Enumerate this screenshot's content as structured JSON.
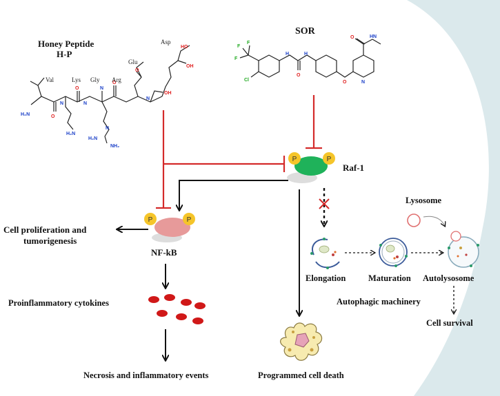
{
  "colors": {
    "inhibit_red": "#d42a2a",
    "arrow_black": "#111111",
    "phospho_yellow": "#f5c52a",
    "raf_green": "#1fb25a",
    "nfkb_pink": "#e79a9a",
    "cytokine_red": "#d01818",
    "corner_bg": "#dbe9ec",
    "nitrogen_blue": "#1a3fc8",
    "oxygen_red": "#e02020",
    "chlorine_green": "#22aa22"
  },
  "honey_peptide": {
    "title_line1": "Honey Peptide",
    "title_line2": "H-P",
    "residues": [
      "Val",
      "Lys",
      "Gly",
      "Arg",
      "Glu",
      "Asp"
    ]
  },
  "sor": {
    "title": "SOR"
  },
  "phospho": {
    "label": "P"
  },
  "raf": {
    "label": "Raf-1"
  },
  "nfkb": {
    "label": "NF-kB"
  },
  "left_outcome": {
    "line1": "Cell proliferation and",
    "line2": "tumorigenesis"
  },
  "cytokines": {
    "label": "Proinflammatory cytokines"
  },
  "necrosis": {
    "label": "Necrosis and inflammatory events"
  },
  "cell_death": {
    "label": "Programmed cell death"
  },
  "autophagy": {
    "lysosome": "Lysosome",
    "elongation": "Elongation",
    "maturation": "Maturation",
    "autolysosome": "Autolysosome",
    "machinery": "Autophagic machinery",
    "survival": "Cell survival"
  },
  "atom_labels": {
    "nh2": "NH₂",
    "h2n": "H₂N",
    "oh": "OH",
    "ho": "HO",
    "n": "N",
    "o": "O",
    "f": "F",
    "cl": "Cl",
    "hn": "HN",
    "h": "H"
  }
}
